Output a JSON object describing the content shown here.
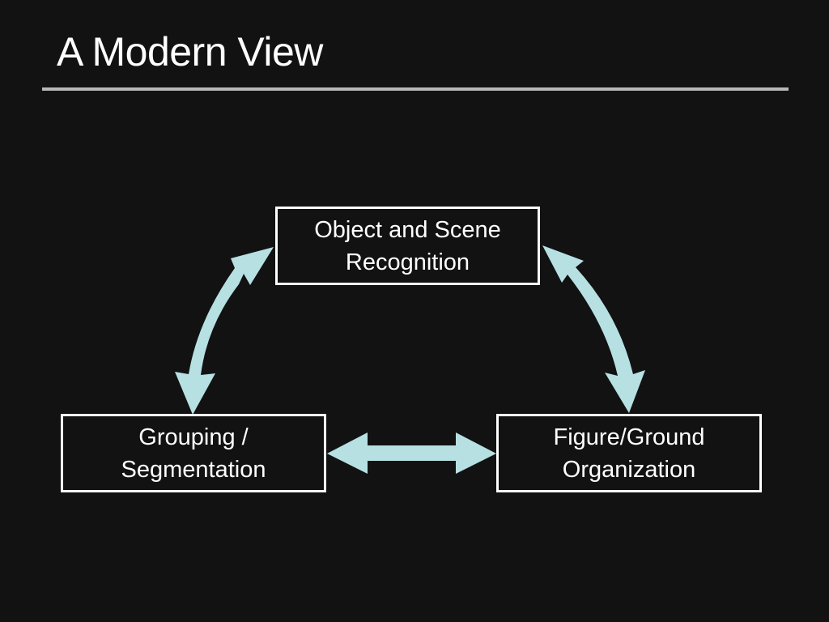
{
  "slide": {
    "title": "A Modern View"
  },
  "diagram": {
    "nodes": [
      {
        "id": "recognition",
        "label": "Object and Scene\nRecognition"
      },
      {
        "id": "grouping",
        "label": "Grouping /\nSegmentation"
      },
      {
        "id": "figure_ground",
        "label": "Figure/Ground\nOrganization"
      }
    ],
    "edges": [
      {
        "from": "recognition",
        "to": "grouping",
        "type": "bidirectional"
      },
      {
        "from": "recognition",
        "to": "figure_ground",
        "type": "bidirectional"
      },
      {
        "from": "grouping",
        "to": "figure_ground",
        "type": "bidirectional"
      }
    ]
  },
  "colors": {
    "background": "#121212",
    "arrow": "#b7e0e3",
    "box_border": "#ffffff",
    "text": "#ffffff",
    "rule": "#b8b8b8"
  }
}
